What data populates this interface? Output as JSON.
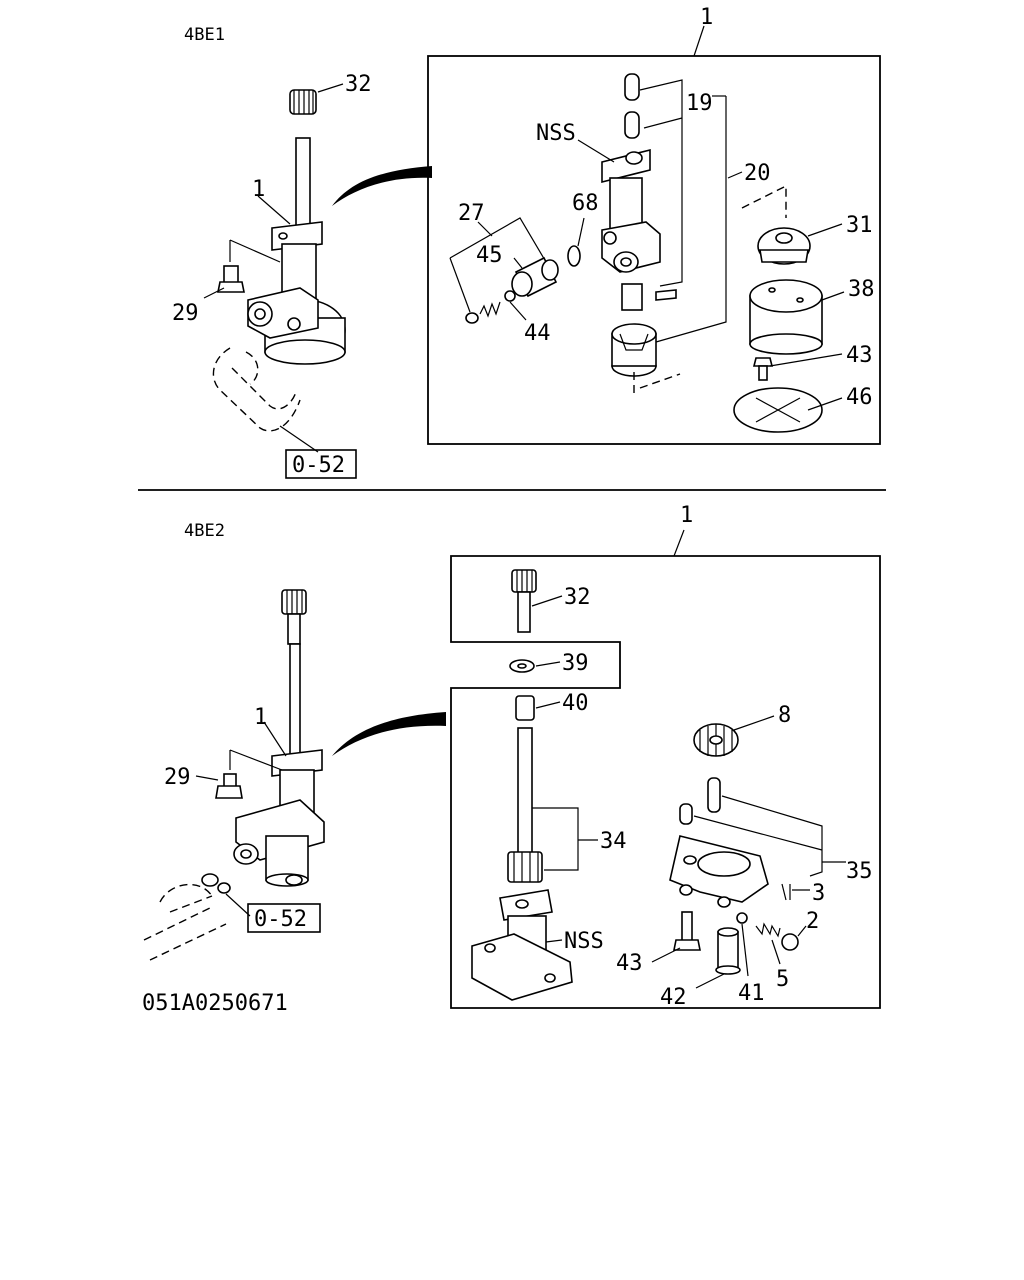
{
  "top": {
    "engine_label": "4BE1",
    "assembly_callout": "1",
    "ref_box": "0-52",
    "labels": {
      "p32": "32",
      "p1": "1",
      "p29": "29",
      "p27": "27",
      "p45": "45",
      "p68": "68",
      "p44": "44",
      "nss": "NSS",
      "p19": "19",
      "p20": "20",
      "p31": "31",
      "p38": "38",
      "p43": "43",
      "p46": "46"
    }
  },
  "bottom": {
    "engine_label": "4BE2",
    "assembly_callout": "1",
    "ref_box": "0-52",
    "labels": {
      "p1": "1",
      "p29": "29",
      "p32": "32",
      "p39": "39",
      "p40": "40",
      "p8": "8",
      "p34": "34",
      "p35": "35",
      "p3": "3",
      "p2": "2",
      "p5": "5",
      "nss": "NSS",
      "p43": "43",
      "p42": "42",
      "p41": "41"
    }
  },
  "drawing_number": "051A0250671"
}
